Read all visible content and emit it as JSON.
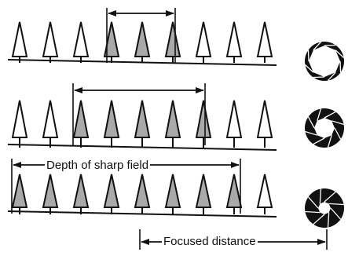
{
  "colors": {
    "ink": "#111111",
    "shaded_tree": "#a9a9a9",
    "paper": "#ffffff"
  },
  "labels": {
    "depth_of_sharp_field": "Depth of sharp field",
    "focused_distance": "Focused distance"
  },
  "rows": [
    {
      "tree_count": 9,
      "sharp_from_tree": 4,
      "sharp_to_tree": 6,
      "aperture": "wide"
    },
    {
      "tree_count": 9,
      "sharp_from_tree": 3,
      "sharp_to_tree": 7,
      "aperture": "medium"
    },
    {
      "tree_count": 9,
      "sharp_from_tree": 1,
      "sharp_to_tree": 8,
      "aperture": "small"
    }
  ],
  "focused_tree": 5,
  "icons": [
    "aperture-wide-icon",
    "aperture-medium-icon",
    "aperture-small-icon"
  ]
}
